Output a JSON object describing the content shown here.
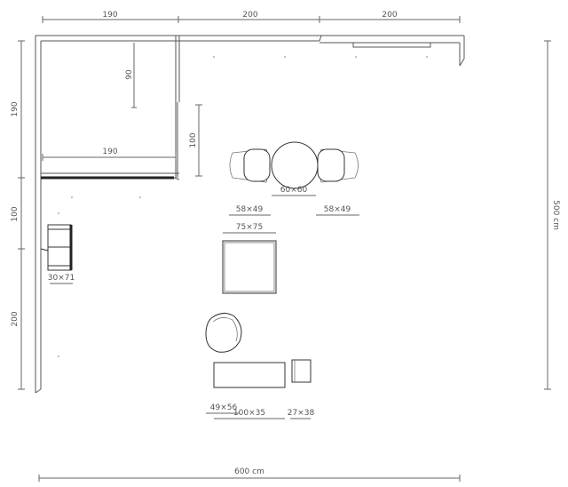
{
  "dimensions": {
    "top_left": "190",
    "top_middle": "200",
    "top_right": "200",
    "left_upper": "190",
    "left_middle": "100",
    "left_lower": "200",
    "right_total": "500 cm",
    "bottom_total": "600 cm",
    "room_height": "90",
    "room_width": "190",
    "wall_segment": "100"
  },
  "furniture_labels": {
    "round_table": "60×60",
    "chair_left": "58×49",
    "chair_right": "58×49",
    "square_table": "75×75",
    "shelf": "30×71",
    "armchair": "49×56",
    "sofa": "100×35",
    "side_table": "27×38"
  }
}
